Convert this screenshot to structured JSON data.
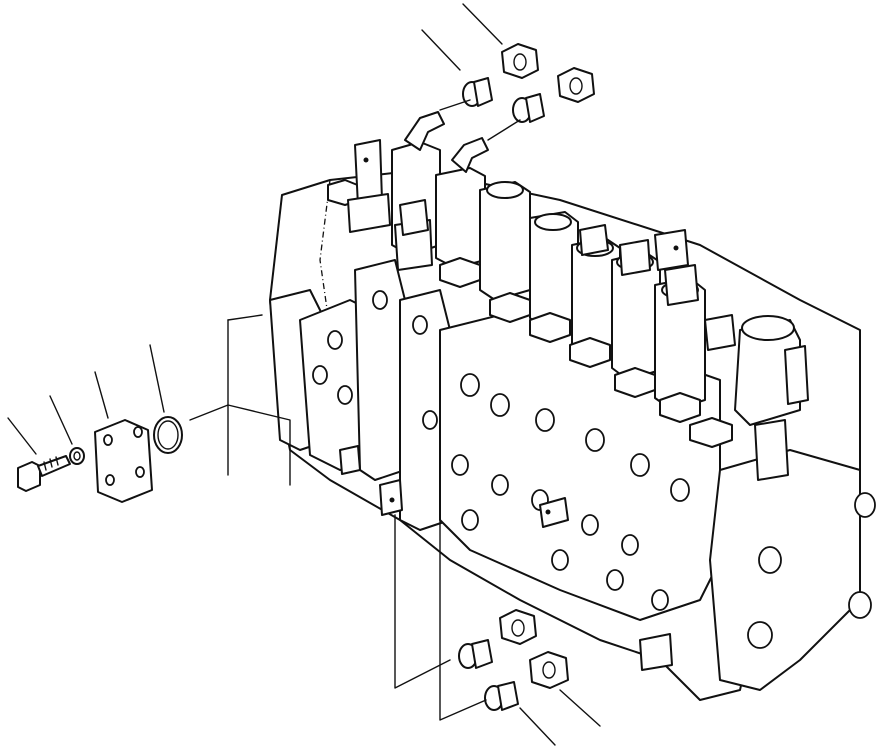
{
  "diagram": {
    "type": "exploded-parts-view",
    "style": "black line art on white",
    "parts": [
      "control-valve-assembly",
      "flange-cover",
      "o-ring",
      "washer",
      "bolt",
      "plug",
      "nut",
      "elbow-fitting"
    ]
  }
}
